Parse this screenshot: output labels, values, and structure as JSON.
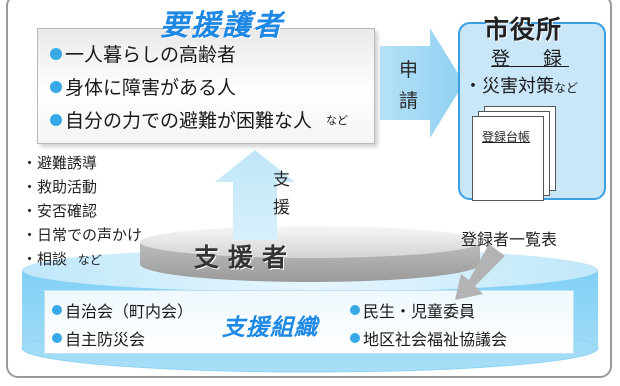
{
  "needy": {
    "title": "要援護者",
    "items": [
      "一人暮らしの高齢者",
      "身体に障害がある人",
      "自分の力での避難が困難な人"
    ],
    "suffix": "など"
  },
  "application": {
    "char1": "申",
    "char2": "請"
  },
  "city": {
    "title": "市役所",
    "registration": "登　録",
    "disaster": "・災害対策",
    "disaster_suffix": "など",
    "ledger": "登録台帳",
    "list_caption": "登録者一覧表"
  },
  "support_arrow": {
    "char1": "支",
    "char2": "援"
  },
  "activities": {
    "items": [
      "・避難誘導",
      "・救助活動",
      "・安否確認",
      "・日常での声かけ",
      "・相談"
    ],
    "suffix": "など"
  },
  "supporter": {
    "label": "支援者"
  },
  "org": {
    "title": "支援組織",
    "left_items": [
      "自治会（町内会）",
      "自主防災会"
    ],
    "right_items": [
      "民生・児童委員",
      "地区社会福祉協議会"
    ]
  },
  "colors": {
    "accent_blue": "#1e88e5",
    "light_blue": "#c9e7f8",
    "dot_blue": "#37a8e8"
  }
}
